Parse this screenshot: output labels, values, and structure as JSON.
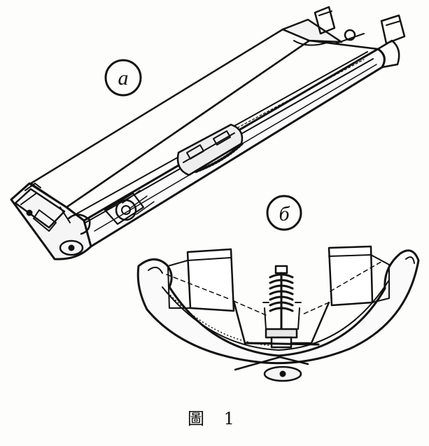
{
  "figure": {
    "label_a": "a",
    "label_b": "б",
    "caption": "圖 1"
  }
}
